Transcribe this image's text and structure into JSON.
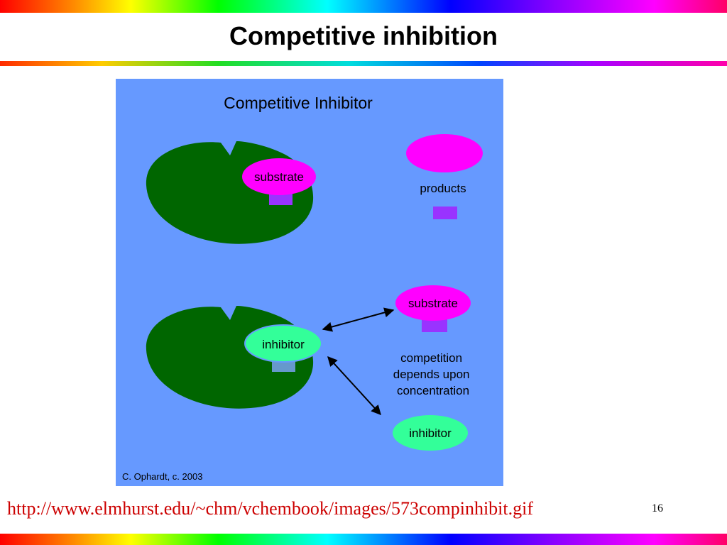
{
  "slide": {
    "title": "Competitive inhibition",
    "source_url": "http://www.elmhurst.edu/~chm/vchembook/images/573compinhibit.gif",
    "page_number": "16"
  },
  "figure": {
    "title": "Competitive Inhibitor",
    "top_panel": {
      "substrate_label": "substrate",
      "products_label": "products"
    },
    "bottom_panel": {
      "bound_inhibitor_label": "inhibitor",
      "free_substrate_label": "substrate",
      "free_inhibitor_label": "inhibitor",
      "competition_lines": [
        "competition",
        "depends upon",
        "concentration"
      ]
    },
    "credit": "C. Ophardt, c. 2003"
  },
  "colors": {
    "figure_background": "#6699ff",
    "enzyme": "#006600",
    "substrate": "#ff00ff",
    "inhibitor": "#33ff99",
    "connector": "#9933ff",
    "url_text": "#cc0000"
  }
}
